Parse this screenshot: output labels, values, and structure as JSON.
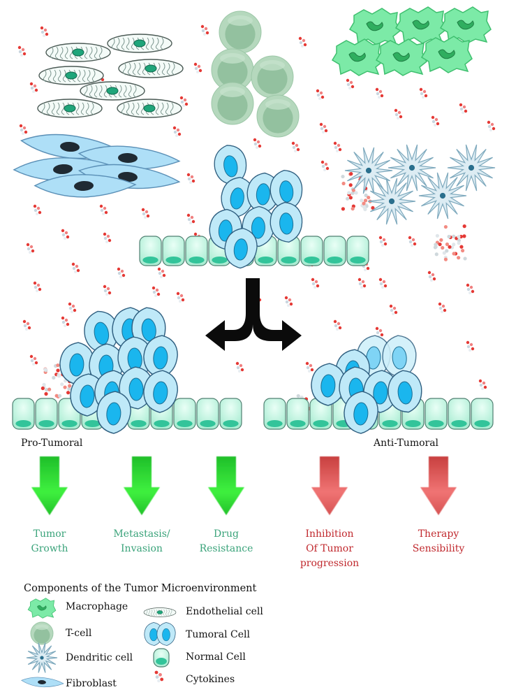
{
  "labels": {
    "pro_tumoral": "Pro-Tumoral",
    "anti_tumoral": "Anti-Tumoral"
  },
  "outcomes": {
    "pro": [
      {
        "line1": "Tumor",
        "line2": "Growth"
      },
      {
        "line1": "Metastasis/",
        "line2": "Invasion"
      },
      {
        "line1": "Drug",
        "line2": "Resistance"
      }
    ],
    "anti": [
      {
        "line1": "Inhibition",
        "line2": "Of Tumor",
        "line3": "progression"
      },
      {
        "line1": "Therapy",
        "line2": "Sensibility"
      }
    ]
  },
  "legend": {
    "title": "Components of the Tumor Microenvironment",
    "macrophage": "Macrophage",
    "t_cell": "T-cell",
    "dendritic_cell": "Dendritic cell",
    "fibroblast": "Fibroblast",
    "endothelial_cell": "Endothelial cell",
    "tumoral_cell": "Tumoral Cell",
    "normal_cell": "Normal Cell",
    "cytokines": "Cytokines"
  },
  "colors": {
    "pro_text": "#3aa37a",
    "anti_text": "#c0282d",
    "pro_arrow": "#33dd33",
    "anti_arrow": "#ee6a6a",
    "cytokine": "#e53935",
    "normal_cell": "#bff5e0",
    "tumoral_cell": "#bde9f8",
    "fibroblast": "#aee0f8",
    "macrophage": "#72e7a0",
    "t_cell": "#a5d1b0"
  }
}
